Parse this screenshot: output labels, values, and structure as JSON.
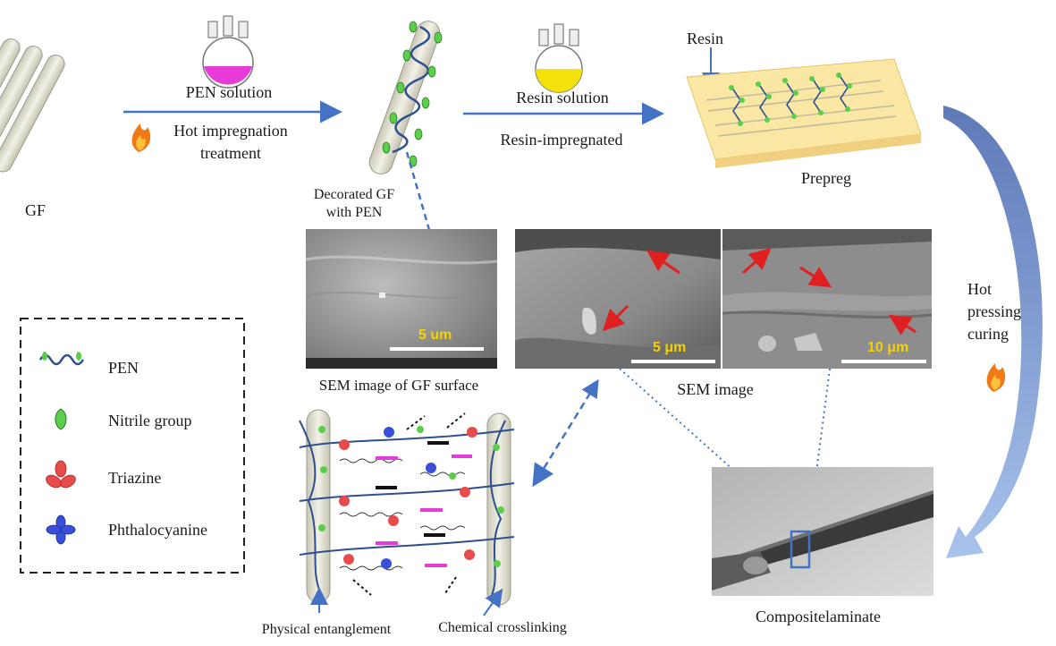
{
  "labels": {
    "gf": "GF",
    "pen_solution": "PEN solution",
    "hot_impregnation": "Hot impregnation",
    "treatment": "treatment",
    "decorated_line1": "Decorated GF",
    "decorated_line2": "with PEN",
    "resin_solution": "Resin solution",
    "resin_impregnated": "Resin-impregnated",
    "resin": "Resin",
    "prepreg": "Prepreg",
    "hot": "Hot",
    "pressing": "pressing",
    "curing": "curing",
    "sem_gf_caption": "SEM image of GF surface",
    "sem_caption": "SEM image",
    "composite": "Compositelaminate",
    "physical": "Physical entanglement",
    "chemical": "Chemical crosslinking"
  },
  "scale_bars": {
    "gf": "5 um",
    "sem1": "5 μm",
    "sem2": "10 μm"
  },
  "legend": {
    "items": [
      {
        "label": "PEN",
        "icon": "pen-chain-icon"
      },
      {
        "label": "Nitrile group",
        "icon": "nitrile-drop-icon"
      },
      {
        "label": "Triazine",
        "icon": "triazine-trefoil-icon"
      },
      {
        "label": "Phthalocyanine",
        "icon": "phthalocyanine-quatrefoil-icon"
      }
    ]
  },
  "colors": {
    "arrow_blue": "#4472c4",
    "pen_flask": "#e83ad6",
    "resin_flask": "#f2e20a",
    "nitrile": "#5ccf4a",
    "triazine": "#e84b4b",
    "phthalocyanine": "#3a4fd8",
    "scale_text": "#f5d200",
    "sem_arrow": "#e02020"
  }
}
